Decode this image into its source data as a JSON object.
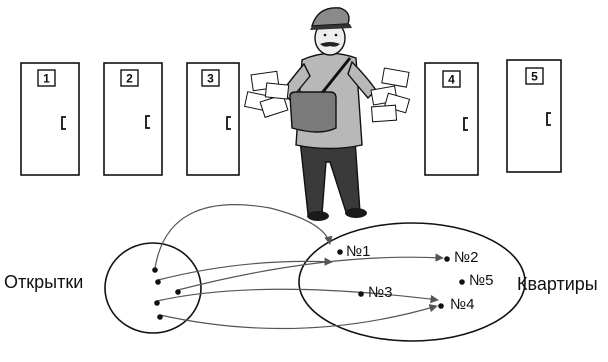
{
  "doors": [
    {
      "number": "1"
    },
    {
      "number": "2"
    },
    {
      "number": "3"
    },
    {
      "number": "4"
    },
    {
      "number": "5"
    }
  ],
  "diagram": {
    "domain_label": "Открытки",
    "codomain_label": "Квартиры",
    "apartments": [
      {
        "label": "№1"
      },
      {
        "label": "№2"
      },
      {
        "label": "№3"
      },
      {
        "label": "№4"
      },
      {
        "label": "№5"
      }
    ]
  },
  "colors": {
    "ink": "#111111",
    "arrow": "#555555",
    "coat": "#b8b8b8",
    "trousers": "#3a3a3a",
    "bag": "#7a7a7a"
  }
}
